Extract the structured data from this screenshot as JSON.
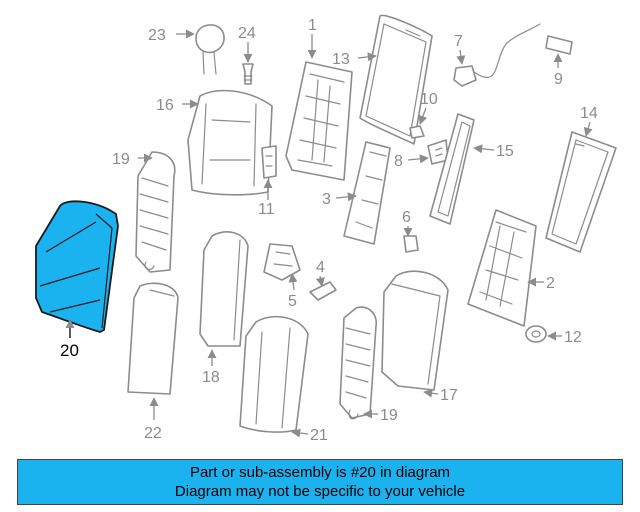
{
  "highlight_color": "#1ab2ef",
  "parts": [
    {
      "id": "1",
      "label": "1"
    },
    {
      "id": "2",
      "label": "2"
    },
    {
      "id": "3",
      "label": "3"
    },
    {
      "id": "4",
      "label": "4"
    },
    {
      "id": "5",
      "label": "5"
    },
    {
      "id": "6",
      "label": "6"
    },
    {
      "id": "7",
      "label": "7"
    },
    {
      "id": "8",
      "label": "8"
    },
    {
      "id": "9",
      "label": "9"
    },
    {
      "id": "10",
      "label": "10"
    },
    {
      "id": "11",
      "label": "11"
    },
    {
      "id": "12",
      "label": "12"
    },
    {
      "id": "13",
      "label": "13"
    },
    {
      "id": "14",
      "label": "14"
    },
    {
      "id": "15",
      "label": "15"
    },
    {
      "id": "16",
      "label": "16"
    },
    {
      "id": "17",
      "label": "17"
    },
    {
      "id": "18",
      "label": "18"
    },
    {
      "id": "19a",
      "label": "19"
    },
    {
      "id": "19b",
      "label": "19"
    },
    {
      "id": "20",
      "label": "20"
    },
    {
      "id": "21",
      "label": "21"
    },
    {
      "id": "22",
      "label": "22"
    },
    {
      "id": "23",
      "label": "23"
    },
    {
      "id": "24",
      "label": "24"
    }
  ],
  "banner": {
    "line1": "Part or sub-assembly is #20 in diagram",
    "line2": "Diagram may not be specific to your vehicle"
  }
}
